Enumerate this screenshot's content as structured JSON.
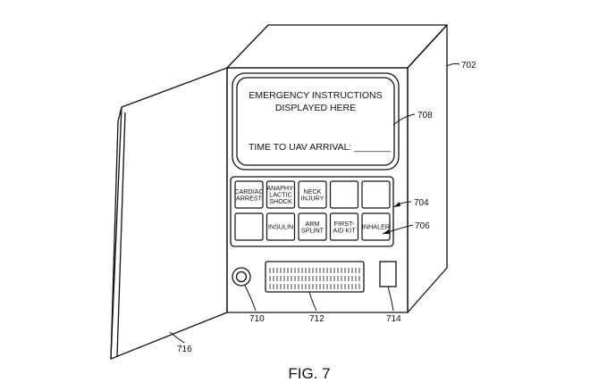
{
  "screen": {
    "line1": "EMERGENCY INSTRUCTIONS",
    "line2": "DISPLAYED HERE",
    "arrival_label": "TIME TO UAV ARRIVAL: _______"
  },
  "buttons": {
    "row1": [
      {
        "lines": [
          "CARD/AC",
          "ARREST"
        ]
      },
      {
        "lines": [
          "ANAPHY-",
          "LACTIC",
          "SHOCK"
        ]
      },
      {
        "lines": [
          "NECK",
          "INJURY"
        ]
      },
      {
        "lines": []
      },
      {
        "lines": []
      }
    ],
    "row2": [
      {
        "lines": []
      },
      {
        "lines": [
          "INSULIN"
        ]
      },
      {
        "lines": [
          "ARM",
          "SPLINT"
        ]
      },
      {
        "lines": [
          "FIRST-",
          "AID KIT"
        ]
      },
      {
        "lines": [
          "INHALER"
        ]
      }
    ]
  },
  "refs": {
    "cabinet": "702",
    "buttons_grid": "704",
    "inhaler_button": "706",
    "screen": "708",
    "round_button": "710",
    "speaker": "712",
    "slot": "714",
    "door": "716"
  },
  "caption": "FIG. 7"
}
